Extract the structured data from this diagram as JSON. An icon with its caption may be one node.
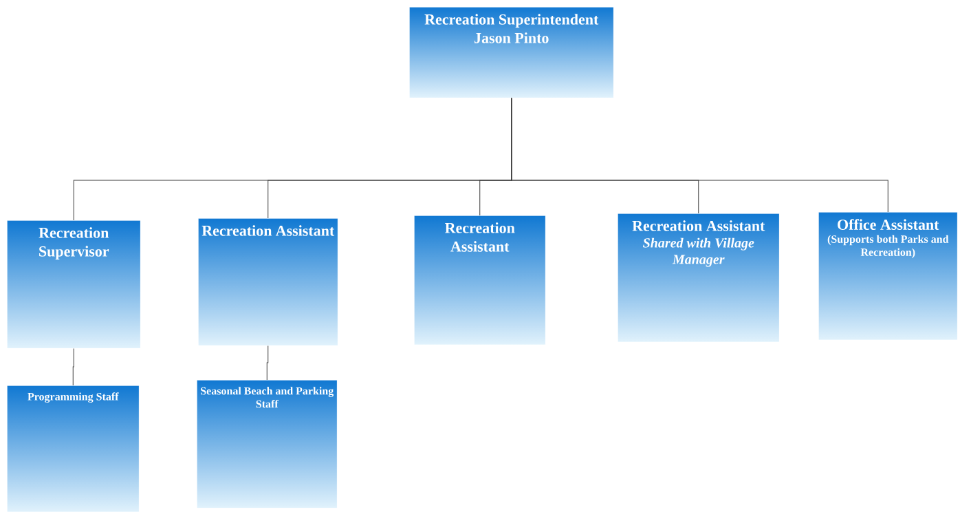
{
  "diagram": {
    "nodes": [
      {
        "text": [
          "Recreation Superintendent",
          "Jason Pinto"
        ]
      },
      {
        "text": [
          "Recreation Supervisor"
        ]
      },
      {
        "text": [
          "Recreation Assistant"
        ]
      },
      {
        "text": [
          "Recreation Assistant"
        ]
      },
      {
        "text": [
          "Recreation Assistant",
          "Shared with Village Manager"
        ]
      },
      {
        "text": [
          "Office Assistant",
          "(Supports both Parks and Recreation)"
        ]
      },
      {
        "text": [
          "Programming Staff"
        ]
      },
      {
        "text": [
          "Seasonal Beach and Parking Staff"
        ]
      }
    ],
    "edges": [
      {
        "from": 0,
        "to": 1,
        "arrow": "none"
      },
      {
        "from": 0,
        "to": 2,
        "arrow": "none"
      },
      {
        "from": 0,
        "to": 3,
        "arrow": "none"
      },
      {
        "from": 0,
        "to": 4,
        "arrow": "none"
      },
      {
        "from": 0,
        "to": 5,
        "arrow": "none"
      },
      {
        "from": 1,
        "to": 6,
        "arrow": "none"
      },
      {
        "from": 2,
        "to": 7,
        "arrow": "none"
      }
    ]
  }
}
